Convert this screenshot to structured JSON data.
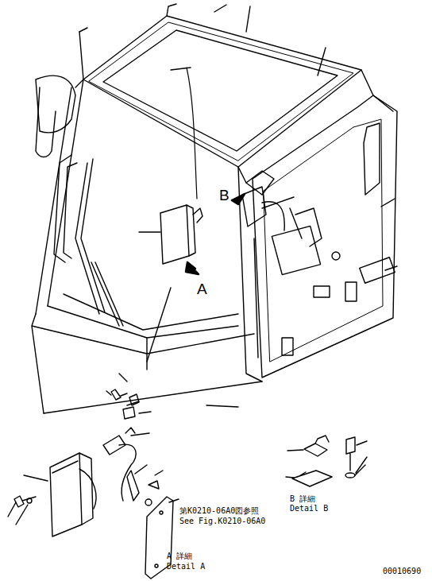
{
  "diagram": {
    "labels": [
      "B",
      "A",
      "B 詳細",
      "Detail B",
      "第K0210-06A0図参照",
      "See Fig.K0210-06A0",
      "A 詳細",
      "Detail A",
      "00010690"
    ]
  }
}
